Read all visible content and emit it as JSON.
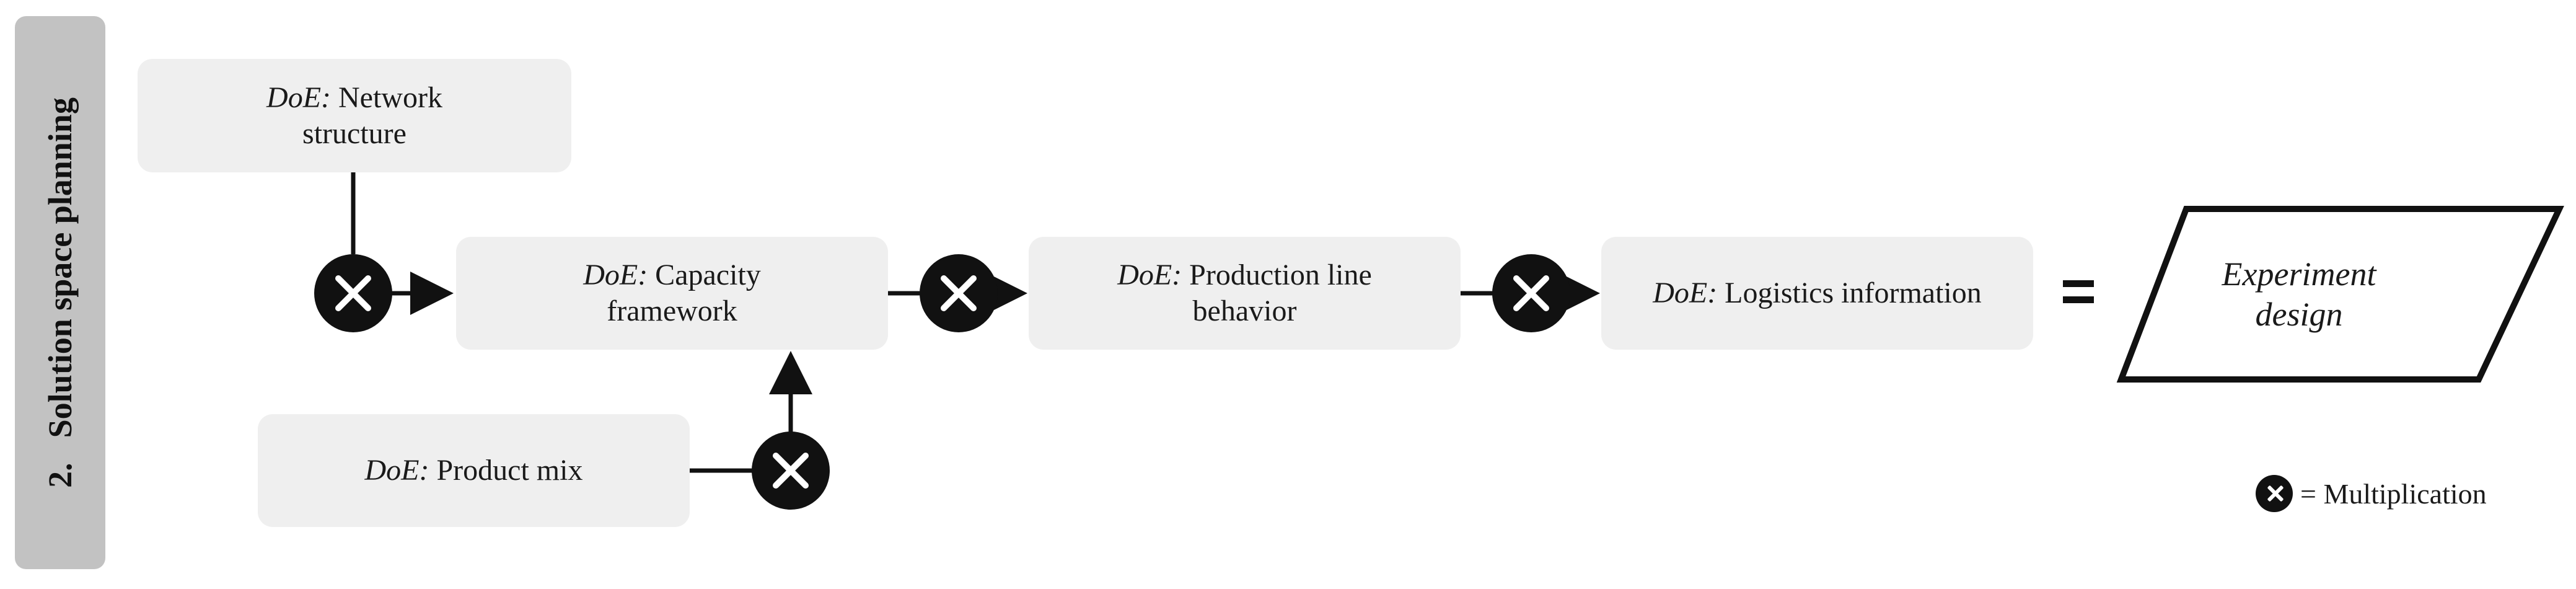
{
  "side_tab": {
    "number": "2.",
    "label": "Solution space planning"
  },
  "boxes": {
    "network": {
      "prefix": "DoE:",
      "text": "Network structure"
    },
    "capacity": {
      "prefix": "DoE:",
      "text": "Capacity framework"
    },
    "product": {
      "prefix": "DoE:",
      "text": "Product mix"
    },
    "prodline": {
      "prefix": "DoE:",
      "text": "Production line behavior"
    },
    "logistics": {
      "prefix": "DoE:",
      "text": "Logistics information"
    }
  },
  "equals_symbol": "=",
  "result": {
    "line1": "Experiment",
    "line2": "design"
  },
  "legend": {
    "text": "= Multiplication",
    "icon": "multiply-circle-icon"
  },
  "colors": {
    "box_fill": "#efefef",
    "tab_fill": "#c2c2c2",
    "node_fill": "#111111"
  }
}
